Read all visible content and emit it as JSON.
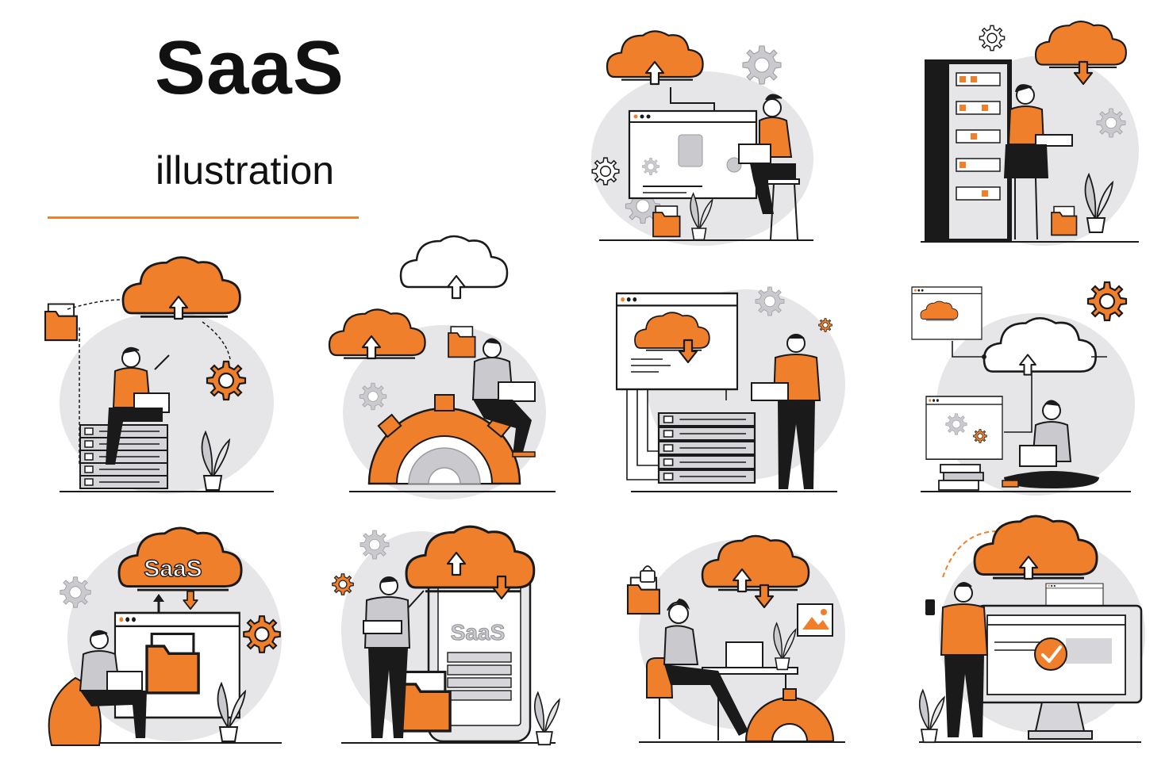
{
  "header": {
    "title": "SaaS",
    "subtitle": "illustration"
  },
  "colors": {
    "accent": "#F07F2B",
    "ink": "#1a1a1a",
    "gray_light": "#E6E6E9",
    "gray_mid": "#C9C9CE",
    "gray_dark": "#8F8F96",
    "white": "#FFFFFF"
  },
  "scenes": [
    {
      "id": "s1",
      "theme": "woman-laptop-browser-cloud-upload"
    },
    {
      "id": "s2",
      "theme": "woman-server-rack-cloud-download"
    },
    {
      "id": "s3",
      "theme": "woman-on-server-folder-cloud"
    },
    {
      "id": "s4",
      "theme": "man-on-gear-two-clouds"
    },
    {
      "id": "s5",
      "theme": "man-laptop-browser-server-sync"
    },
    {
      "id": "s6",
      "theme": "woman-crosslegged-cloud-network"
    },
    {
      "id": "s7",
      "theme": "man-beanbag-saas-cloud",
      "cloud_label": "SaaS"
    },
    {
      "id": "s8",
      "theme": "man-phone-saas-app",
      "phone_label": "SaaS"
    },
    {
      "id": "s9",
      "theme": "woman-desk-cloud-secure"
    },
    {
      "id": "s10",
      "theme": "man-phone-monitor-check"
    }
  ]
}
